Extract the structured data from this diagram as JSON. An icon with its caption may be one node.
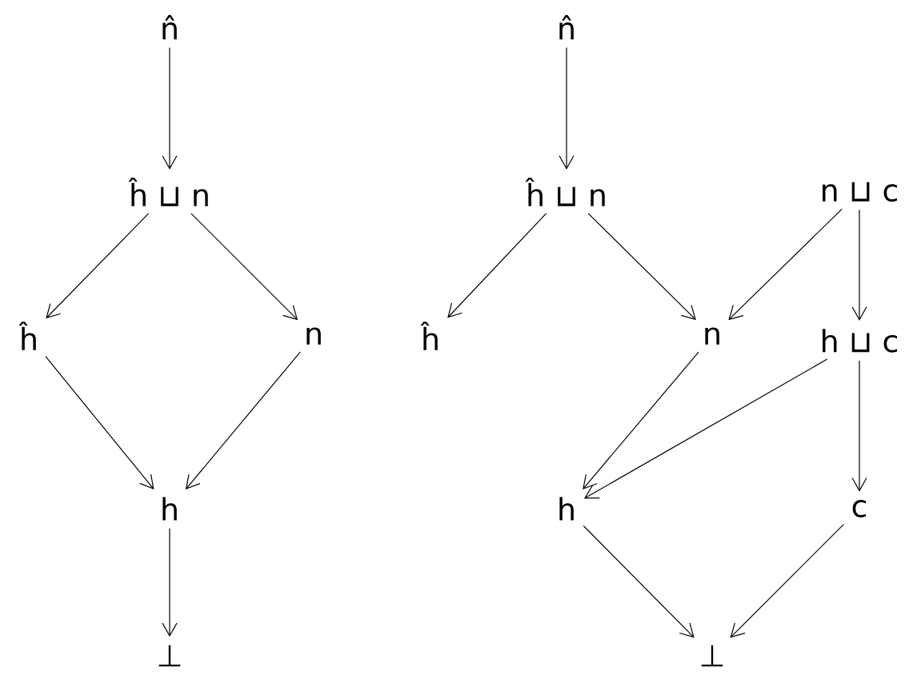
{
  "diagram": {
    "nodes": [
      {
        "text": [
          "n̂"
        ]
      },
      {
        "text": [
          "ĥ ⊔ n"
        ]
      },
      {
        "text": [
          "ĥ"
        ]
      },
      {
        "text": [
          "n"
        ]
      },
      {
        "text": [
          "h"
        ]
      },
      {
        "text": [
          "⊥"
        ]
      },
      {
        "text": [
          "n̂"
        ]
      },
      {
        "text": [
          "ĥ ⊔ n"
        ]
      },
      {
        "text": [
          "n ⊔ c"
        ]
      },
      {
        "text": [
          "ĥ"
        ]
      },
      {
        "text": [
          "n"
        ]
      },
      {
        "text": [
          "h ⊔ c"
        ]
      },
      {
        "text": [
          "h"
        ]
      },
      {
        "text": [
          "c"
        ]
      },
      {
        "text": [
          "⊥"
        ]
      }
    ],
    "edges": [
      {
        "from": 0,
        "to": 1,
        "arrow": "to"
      },
      {
        "from": 1,
        "to": 2,
        "arrow": "to"
      },
      {
        "from": 1,
        "to": 3,
        "arrow": "to"
      },
      {
        "from": 2,
        "to": 4,
        "arrow": "to"
      },
      {
        "from": 3,
        "to": 4,
        "arrow": "to"
      },
      {
        "from": 4,
        "to": 5,
        "arrow": "to"
      },
      {
        "from": 6,
        "to": 7,
        "arrow": "to"
      },
      {
        "from": 7,
        "to": 9,
        "arrow": "to"
      },
      {
        "from": 7,
        "to": 10,
        "arrow": "to"
      },
      {
        "from": 8,
        "to": 10,
        "arrow": "to"
      },
      {
        "from": 8,
        "to": 11,
        "arrow": "to"
      },
      {
        "from": 10,
        "to": 12,
        "arrow": "to"
      },
      {
        "from": 11,
        "to": 12,
        "arrow": "to"
      },
      {
        "from": 11,
        "to": 13,
        "arrow": "to"
      },
      {
        "from": 12,
        "to": 14,
        "arrow": "to"
      },
      {
        "from": 13,
        "to": 14,
        "arrow": "to"
      }
    ]
  }
}
